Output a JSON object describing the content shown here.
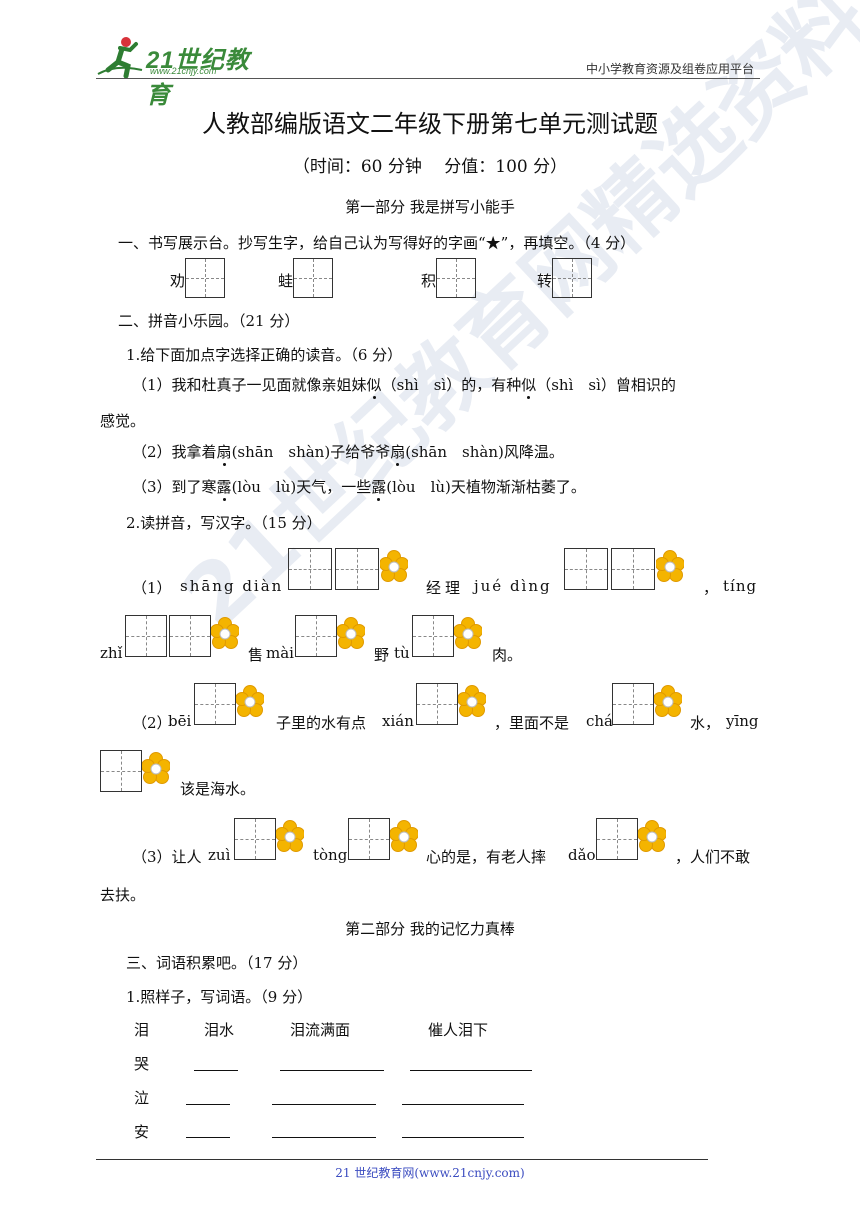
{
  "header": {
    "logo_text": "21世纪教育",
    "logo_url": "www.21cnjy.com",
    "platform": "中小学教育资源及组卷应用平台"
  },
  "title": "人教部编版语文二年级下册第七单元测试题",
  "subtitle": "（时间：60 分钟　 分值：100 分）",
  "part1": "第一部分  我是拼写小能手",
  "q1": {
    "text": "一、书写展示台。抄写生字，给自己认为写得好的字画“★”，再填空。（4 分）",
    "chars": [
      "劝",
      "蛙",
      "积",
      "转"
    ]
  },
  "q2": {
    "text": "二、拼音小乐园。（21 分）",
    "s1": "1.给下面加点字选择正确的读音。（6 分）",
    "l1a": "（1）我和杜真子一见面就像亲姐妹",
    "l1b": "似",
    "l1c": "（shì　sì）的，有种",
    "l1d": "似",
    "l1e": "（shì　sì）曾相识的",
    "l1f": "感觉。",
    "l2a": "（2）我拿着",
    "l2b": "扇",
    "l2c": "(shān　shàn)子给爷爷",
    "l2d": "扇",
    "l2e": "(shān　shàn)风降温。",
    "l3a": "（3）到了寒",
    "l3b": "露",
    "l3c": "(lòu　lù)天气，一些",
    "l3d": "露",
    "l3e": "(lòu　lù)天植物渐渐枯萎了。",
    "s2": "2.读拼音，写汉字。（15 分）",
    "r1_num": "（1）",
    "r1_py1": "shāng  diàn",
    "r1_mid": "经理",
    "r1_py2": "jué  dìng",
    "r1_comma": "，",
    "r1_py3": "tíng",
    "r2_py1": "zhǐ",
    "r2_t1": "售",
    "r2_py2": "mài",
    "r2_t2": "野",
    "r2_py3": "tù",
    "r2_t3": "肉。",
    "r3_num": "（2）",
    "r3_py1": "bēi",
    "r3_t1": "子里的水有点",
    "r3_py2": "xián",
    "r3_t2": "，里面不是",
    "r3_py3": "chá",
    "r3_t3": "水，",
    "r3_py4": "yīng",
    "r4_t1": "该是海水。",
    "r5_num": "（3）让人",
    "r5_py1": "zuì",
    "r5_py2": "tòng",
    "r5_t1": "心的是，有老人摔",
    "r5_py3": "dǎo",
    "r5_t2": "，人们不敢",
    "r6_t1": "去扶。"
  },
  "part2": "第二部分  我的记忆力真棒",
  "q3": {
    "text": "三、词语积累吧。（17 分）",
    "s1": "1.照样子，写词语。（9 分）",
    "example": [
      "泪",
      "泪水",
      "泪流满面",
      "催人泪下"
    ],
    "rows": [
      "哭",
      "泣",
      "安"
    ]
  },
  "footer": "21 世纪教育网(www.21cnjy.com)",
  "watermark": "21世纪教育网精选资料"
}
